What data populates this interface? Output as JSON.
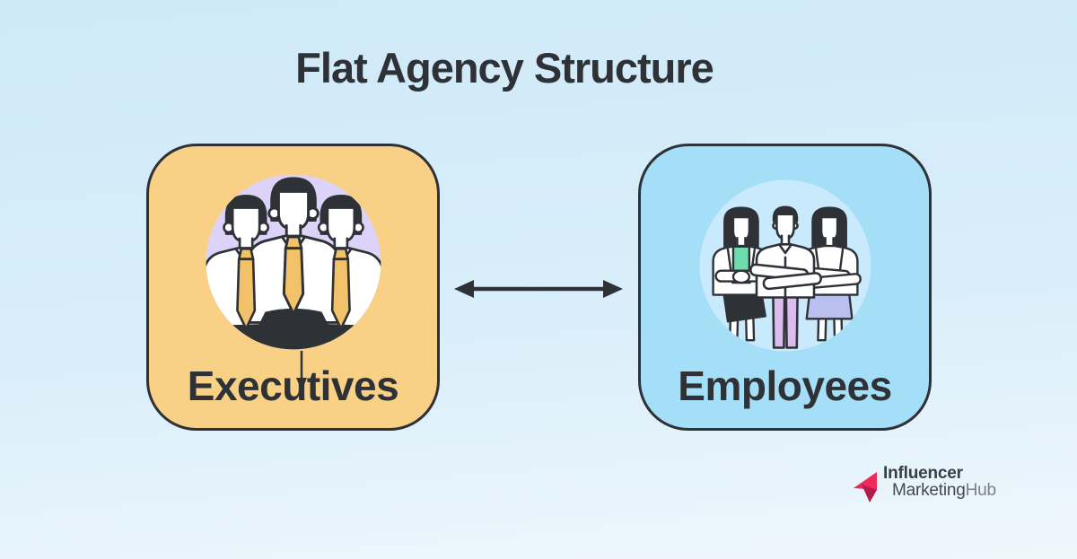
{
  "title": "Flat Agency Structure",
  "cards": [
    {
      "id": "executives",
      "label": "Executives",
      "card_color": "#f8d086",
      "circle_color": "#ddd3f8",
      "illustration": "three-businessmen-with-ties"
    },
    {
      "id": "employees",
      "label": "Employees",
      "card_color": "#a4def7",
      "circle_color": "#c9eafc",
      "illustration": "three-employees-arms-crossed"
    }
  ],
  "connector": {
    "type": "double-headed-arrow",
    "color": "#2e3237"
  },
  "icons": {
    "double-arrow-icon": "horizontal two-way arrow between cards",
    "down-arrow-icon": "small arrow from executives circle to label",
    "executives-people-icon": "three men in shirts and ties on lavender circle",
    "employees-people-icon": "three workers with crossed arms on blue circle",
    "logo-arrow-icon": "pink folded arrow"
  },
  "logo": {
    "line1": "Influencer",
    "line2_marketing": "Marketing",
    "line2_hub": "Hub",
    "icon_color_light": "#ee2a5b",
    "icon_color_dark": "#b51b4c"
  },
  "colors": {
    "background_top": "#cfe9f8",
    "background_bottom": "#eff7fc",
    "ink": "#2e3237",
    "tie_yellow": "#f1c269",
    "mint_top": "#6edcac",
    "lilac_pants": "#dcbcee",
    "periwinkle_skirt": "#b9c0f0",
    "black_skirt": "#2e3237"
  }
}
